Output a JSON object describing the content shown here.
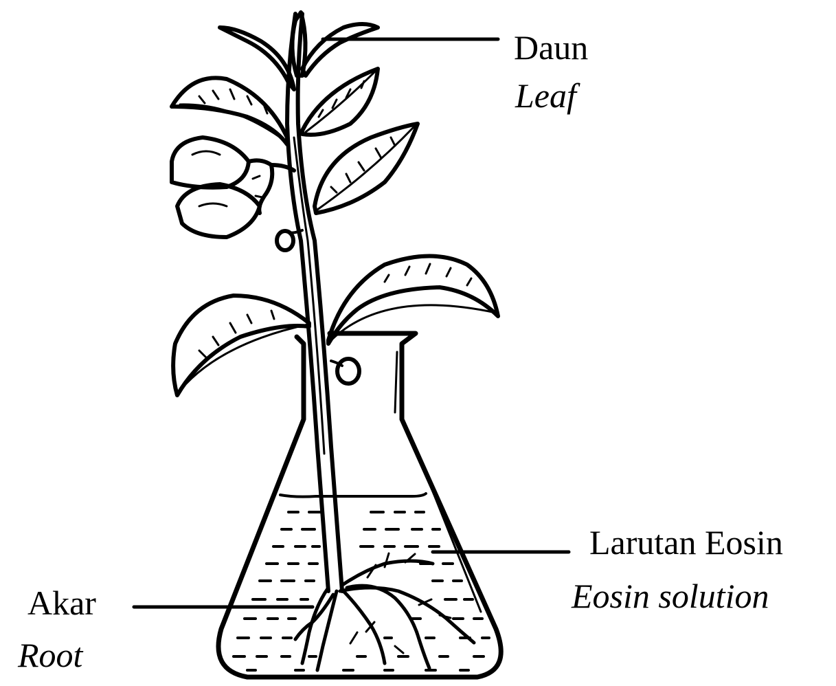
{
  "labels": {
    "leaf_malay": "Daun",
    "leaf_english": "Leaf",
    "solution_malay": "Larutan Eosin",
    "solution_english": "Eosin solution",
    "root_malay": "Akar",
    "root_english": "Root"
  },
  "colors": {
    "ink": "#000000",
    "paper": "#ffffff"
  }
}
